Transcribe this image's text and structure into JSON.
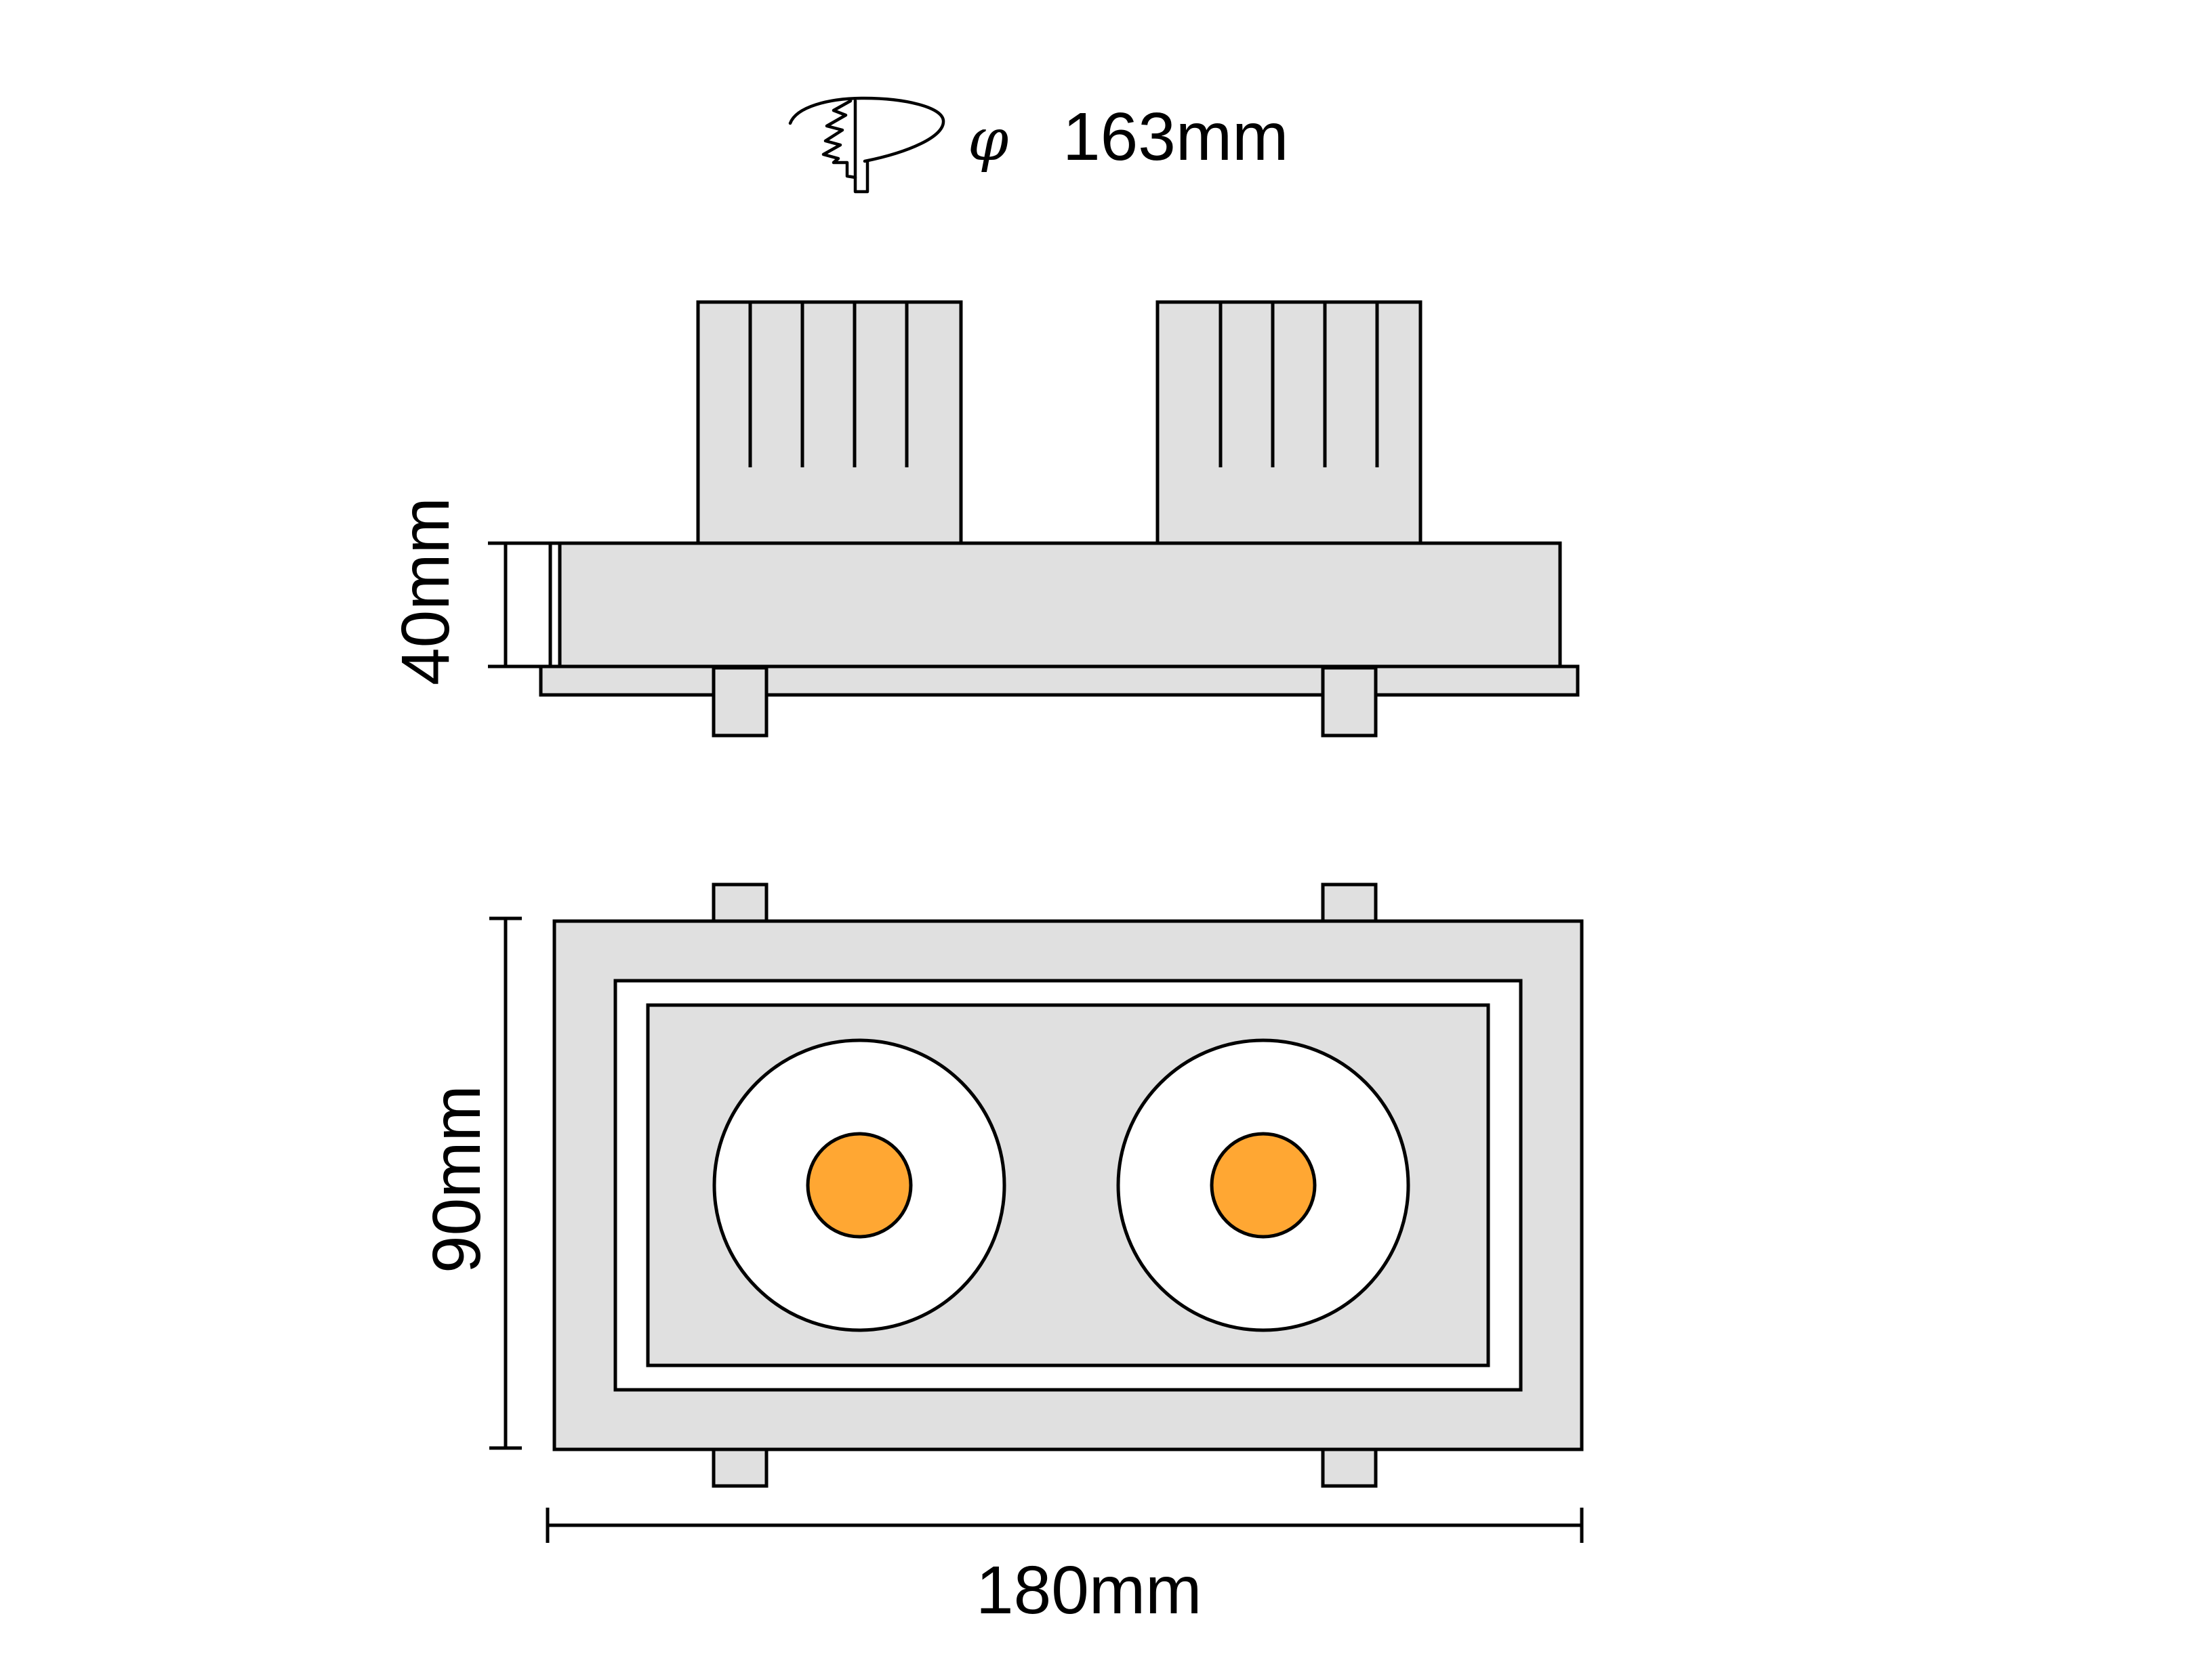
{
  "cutout": {
    "symbol": "φ",
    "value": "163mm"
  },
  "dimensions": {
    "height": "40mm",
    "depth": "90mm",
    "width": "180mm"
  },
  "colors": {
    "body_fill": "#e0e0e0",
    "led": "#ffa733",
    "reflector": "#ffffff",
    "line": "#000000"
  },
  "icons": {
    "cutout": "ceiling-cutout-icon"
  }
}
